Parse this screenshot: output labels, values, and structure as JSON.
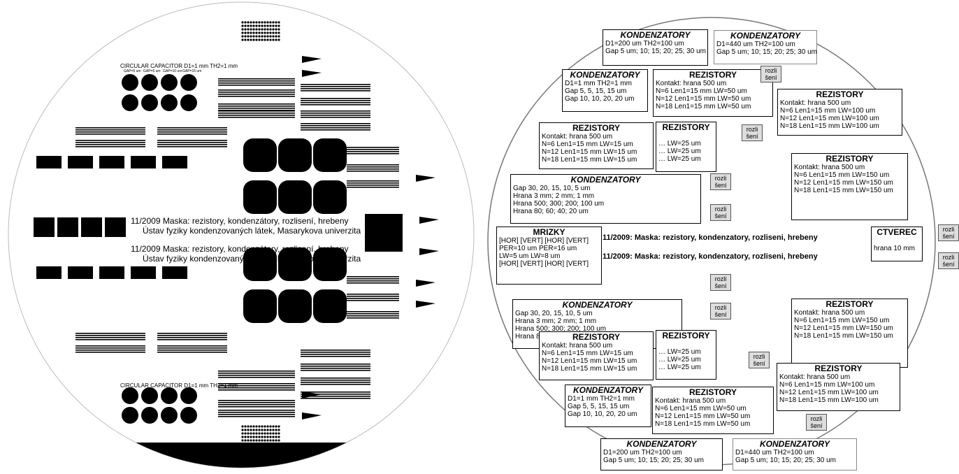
{
  "mask": {
    "circ_label": "CIRCULAR CAPACITOR D1=1 mm TH2=1 mm",
    "title1": "11/2009 Maska: rezistory, kondenzátory, rozlisení, hrebeny",
    "title2": "Ústav fyziky kondenzovaných látek, Masarykova univerzita",
    "gap_labels": [
      "GAP=5 um",
      "GAP=5 um",
      "GAP=10 um",
      "GAP=15 um"
    ]
  },
  "layout": {
    "header1": "11/2009: Maska: rezistory, kondenzatory, rozliseni, hrebeny",
    "header2": "11/2009: Maska: rezistory, kondenzatory, rozliseni, hrebeny",
    "rozli": "rozli",
    "seni": "šení",
    "boxes": [
      {
        "title": "KONDENZATORY",
        "lines": [
          "D1=200 um TH2=100 um",
          "Gap   5 um; 10; 15; 20; 25; 30 um"
        ]
      },
      {
        "title": "KONDENZATORY",
        "lines": [
          "D1=440 um TH2=100 um",
          "Gap   5 um; 10; 15; 20; 25; 30 um"
        ]
      },
      {
        "title": "KONDENZATORY",
        "lines": [
          "D1=1 mm TH2=1 mm",
          "Gap   5,   5, 15, 15 um",
          "Gap 10, 10, 20, 20 um"
        ]
      },
      {
        "title": "REZISTORY",
        "lines": [
          "Kontakt: hrana 500 um",
          "N=6   Len1=15 mm LW=50 um",
          "N=12 Len1=15 mm LW=50 um",
          "N=18 Len1=15 mm LW=50 um"
        ]
      },
      {
        "title": "REZISTORY",
        "lines": [
          "Kontakt: hrana 500 um",
          "N=6   Len1=15 mm LW=100 um",
          "N=12 Len1=15 mm LW=100 um",
          "N=18 Len1=15 mm LW=100 um"
        ]
      },
      {
        "title": "REZISTORY",
        "lines": [
          "Kontakt: hrana 500 um",
          "N=6   Len1=15 mm LW=15 um",
          "N=12 Len1=15 mm LW=15 um",
          "N=18 Len1=15 mm LW=15 um"
        ]
      },
      {
        "title": "REZISTORY",
        "lines": [
          "",
          "… LW=25 um",
          "… LW=25 um",
          "… LW=25 um"
        ]
      },
      {
        "title": "REZISTORY",
        "lines": [
          "Kontakt: hrana 500 um",
          "N=6   Len1=15 mm LW=150 um",
          "N=12 Len1=15 mm LW=150 um",
          "N=18 Len1=15 mm LW=150 um"
        ]
      },
      {
        "title": "KONDENZATORY",
        "lines": [
          "Gap 30, 20, 15, 10, 5 um",
          "Hrana 3 mm; 2 mm; 1 mm",
          "Hrana 500; 300; 200; 100 um",
          "Hrana 80; 60; 40; 20 um"
        ]
      },
      {
        "title": "MRIZKY",
        "lines": [
          "[HOR] [VERT] [HOR] [VERT]",
          "PER=10 um PER=16 um",
          "LW=5 um     LW=8 um",
          "[HOR] [VERT] [HOR] [VERT]"
        ]
      },
      {
        "title": "CTVEREC",
        "lines": [
          "",
          "hrana 10 mm"
        ]
      },
      {
        "title": "KONDENZATORY",
        "lines": [
          "Gap 30, 20, 15, 10, 5 um",
          "Hrana 3 mm; 2 mm; 1 mm",
          "Hrana 500; 300; 200; 100 um",
          "Hrana 80; 60; 40; 20 um"
        ]
      },
      {
        "title": "REZISTORY",
        "lines": [
          "Kontakt: hrana 500 um",
          "N=6   Len1=15 mm LW=150 um",
          "N=12 Len1=15 mm LW=150 um",
          "N=18 Len1=15 mm LW=150 um"
        ]
      },
      {
        "title": "REZISTORY",
        "lines": [
          "Kontakt: hrana 500 um",
          "N=6   Len1=15 mm LW=15 um",
          "N=12 Len1=15 mm LW=15 um",
          "N=18 Len1=15 mm LW=15 um"
        ]
      },
      {
        "title": "REZISTORY",
        "lines": [
          "",
          "… LW=25 um",
          "… LW=25 um",
          "… LW=25 um"
        ]
      },
      {
        "title": "REZISTORY",
        "lines": [
          "Kontakt: hrana 500 um",
          "N=6   Len1=15 mm LW=100 um",
          "N=12 Len1=15 mm LW=100 um",
          "N=18 Len1=15 mm LW=100 um"
        ]
      },
      {
        "title": "KONDENZATORY",
        "lines": [
          "D1=1 mm TH2=1 mm",
          "Gap   5,   5, 15, 15 um",
          "Gap 10, 10, 20, 20 um"
        ]
      },
      {
        "title": "REZISTORY",
        "lines": [
          "Kontakt: hrana 500 um",
          "N=6   Len1=15 mm LW=50 um",
          "N=12 Len1=15 mm LW=50 um",
          "N=18 Len1=15 mm LW=50 um"
        ]
      },
      {
        "title": "KONDENZATORY",
        "lines": [
          "D1=200 um TH2=100 um",
          "Gap 5 um; 10; 15; 20; 25; 30 um"
        ]
      },
      {
        "title": "KONDENZATORY",
        "lines": [
          "D1=440 um TH2=100 um",
          "Gap 5 um; 10; 15; 20; 25; 30 um"
        ]
      }
    ]
  }
}
